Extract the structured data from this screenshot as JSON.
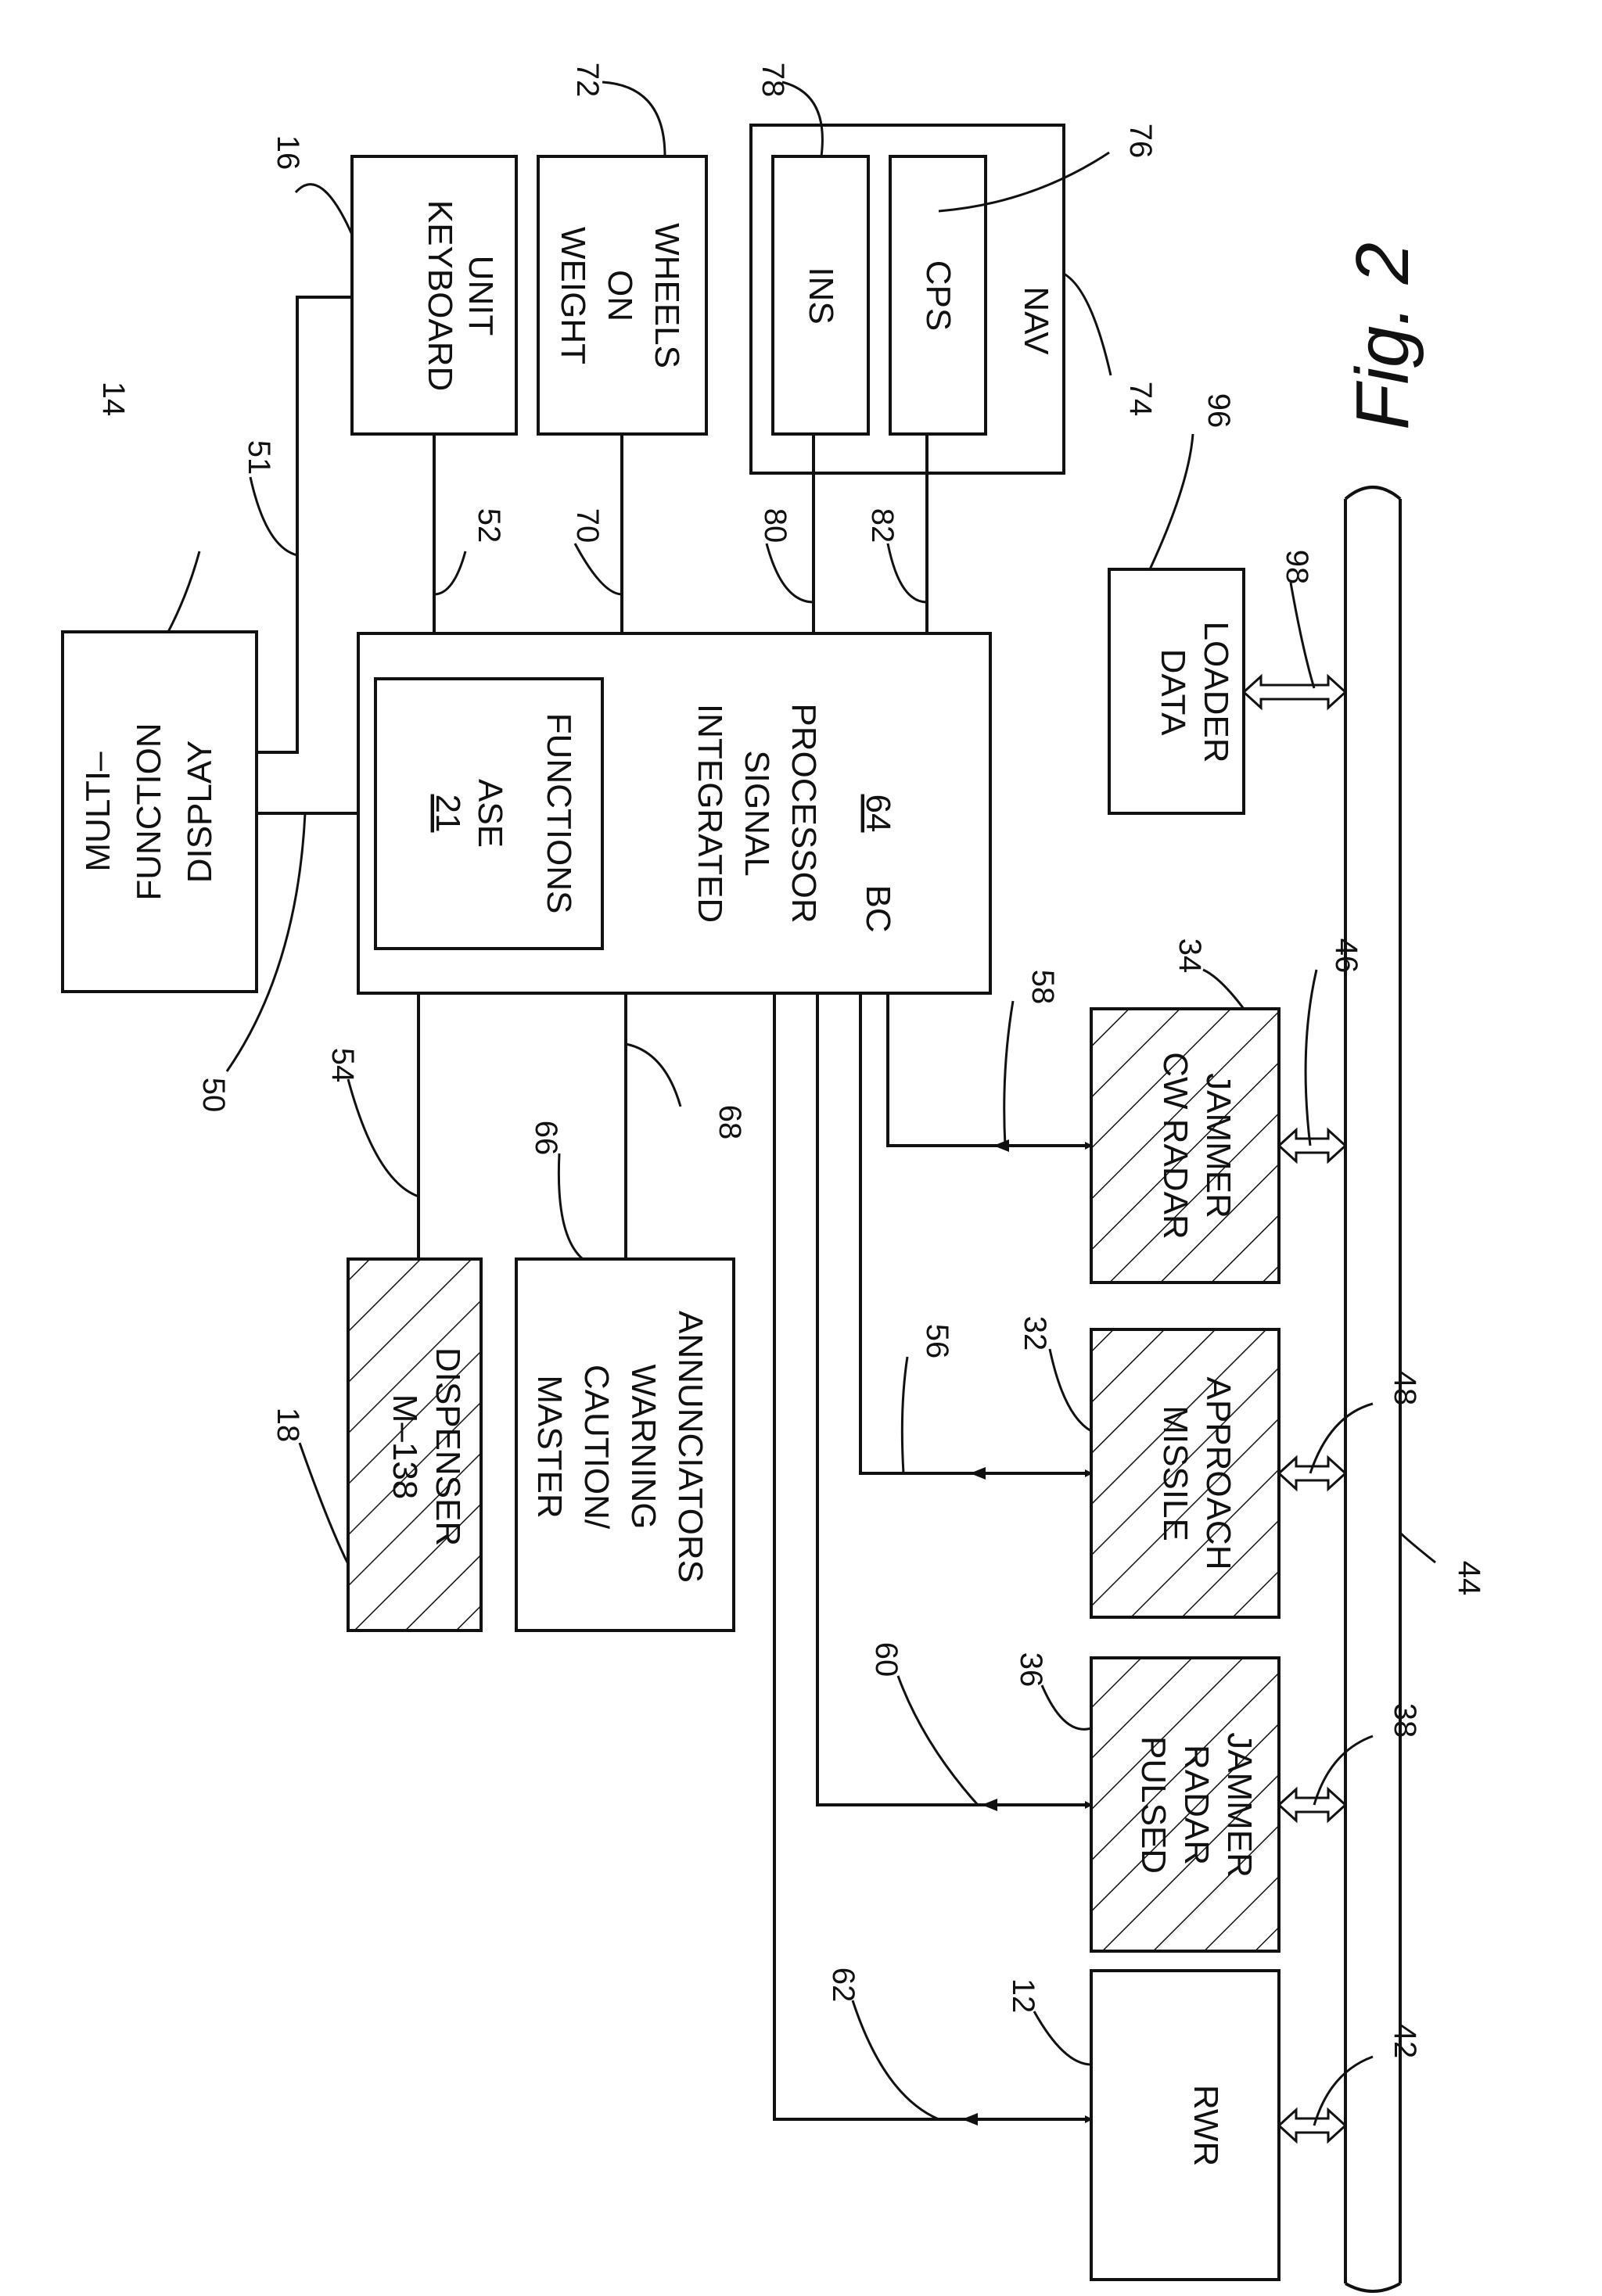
{
  "figure": {
    "caption": "Fig. 2"
  },
  "blocks": {
    "multi_function_display": [
      "MULTI–",
      "FUNCTION",
      "DISPLAY"
    ],
    "keyboard_unit": [
      "KEYBOARD",
      "UNIT"
    ],
    "weight_on_wheels": [
      "WEIGHT",
      "ON",
      "WHEELS"
    ],
    "ins": "INS",
    "cps": "CPS",
    "nav": "NAV",
    "integrated_signal_processor": [
      "INTEGRATED",
      "SIGNAL",
      "PROCESSOR"
    ],
    "isp_ref": "64",
    "isp_bc": "BC",
    "ase_ref": "21",
    "ase": "ASE",
    "ase_functions": "FUNCTIONS",
    "data_loader": [
      "DATA",
      "LOADER"
    ],
    "m138_dispenser": [
      "M–138",
      "DISPENSER"
    ],
    "master_caution": [
      "MASTER",
      "CAUTION/",
      "WARNING",
      "ANNUNCIATORS"
    ],
    "cw_radar_jammer": [
      "CW RADAR",
      "JAMMER"
    ],
    "missile_approach": [
      "MISSILE",
      "APPROACH"
    ],
    "pulsed_radar_jammer": [
      "PULSED",
      "RADAR",
      "JAMMER"
    ],
    "rwr": "RWR"
  },
  "refs": {
    "r14": "14",
    "r16": "16",
    "r72": "72",
    "r78": "78",
    "r76": "76",
    "r74": "74",
    "r51": "51",
    "r52": "52",
    "r70": "70",
    "r80": "80",
    "r82": "82",
    "r96": "96",
    "r98": "98",
    "r50": "50",
    "r54": "54",
    "r66": "66",
    "r68": "68",
    "r58": "58",
    "r34": "34",
    "r46": "46",
    "r18": "18",
    "r56": "56",
    "r32": "32",
    "r48": "48",
    "r44": "44",
    "r60": "60",
    "r36": "36",
    "r38": "38",
    "r62": "62",
    "r12": "12",
    "r42": "42"
  }
}
